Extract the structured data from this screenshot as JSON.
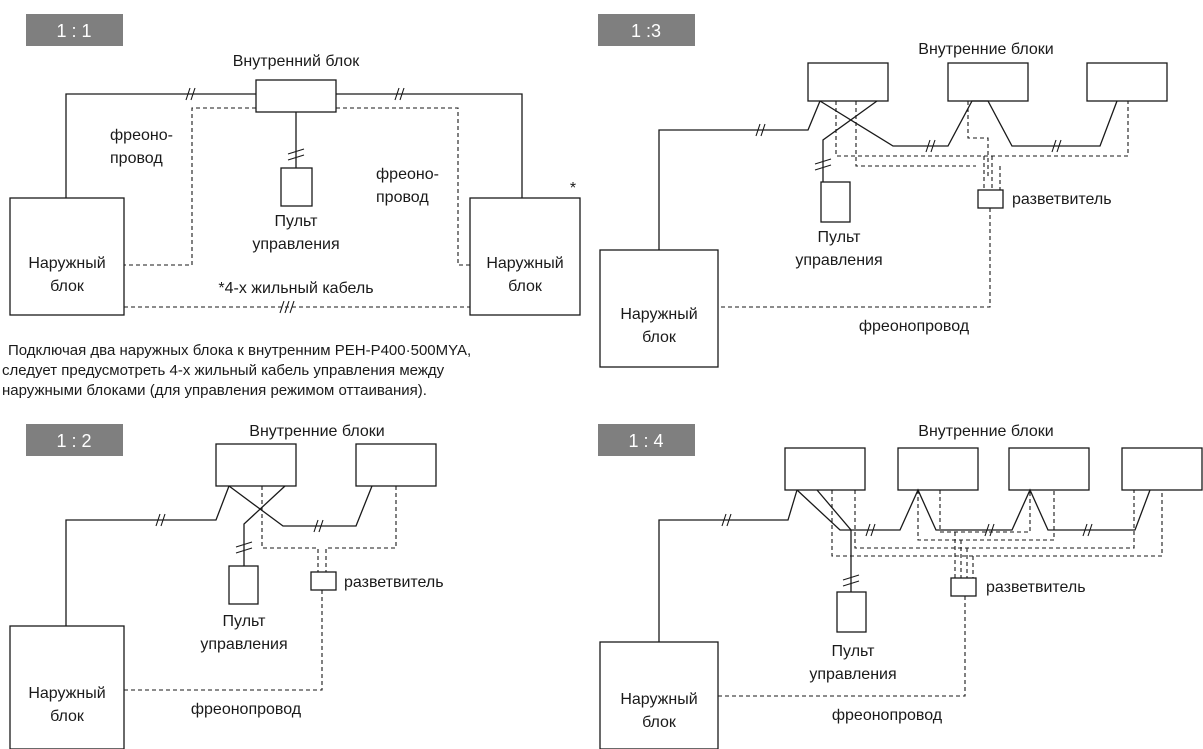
{
  "common": {
    "outdoor_line1": "Наружный",
    "outdoor_line2": "блок",
    "remote_line1": "Пульт",
    "remote_line2": "управления",
    "refrigerant_pipe": "фреонопровод",
    "branch_pipe": "разветвитель",
    "indoor_units": "Внутренние блоки"
  },
  "d11": {
    "tag": "1 : 1",
    "indoor_unit": "Внутренний блок",
    "pipe_left_1": "фреоно-",
    "pipe_left_2": "провод",
    "pipe_right_1": "фреоно-",
    "pipe_right_2": "провод",
    "star": "*",
    "cable": "*4-х жильный кабель",
    "note": [
      "Подключая два наружных блока к внутренним PEH-P400·500MYA,",
      "следует предусмотреть 4-х жильный кабель управления между",
      "наружными блоками (для управления режимом оттаивания)."
    ]
  },
  "d12": {
    "tag": "1 : 2"
  },
  "d13": {
    "tag": "1 :3"
  },
  "d14": {
    "tag": "1 : 4"
  }
}
